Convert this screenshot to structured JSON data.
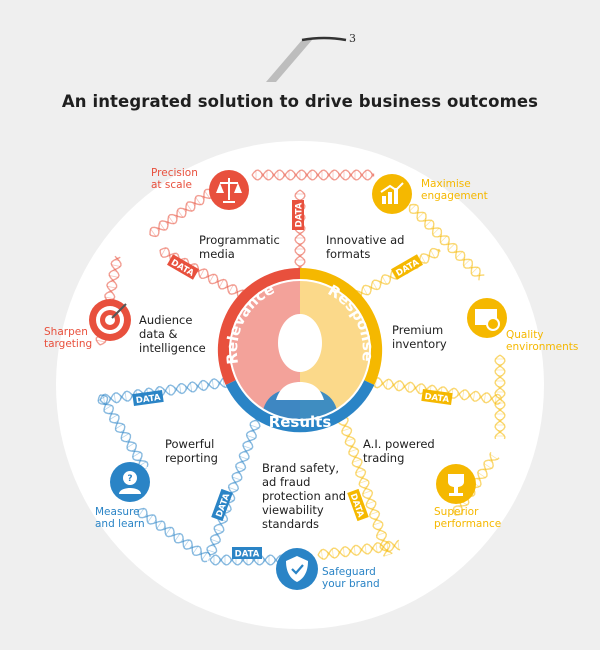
{
  "logo": {
    "superscript": "3"
  },
  "title": "An integrated solution to drive business outcomes",
  "core": {
    "relevance": "Relevance",
    "response": "Response",
    "results": "Results"
  },
  "data_tag": "DATA",
  "segments": {
    "programmatic": [
      "Programmatic",
      "media"
    ],
    "innovative": [
      "Innovative ad",
      "formats"
    ],
    "audience": [
      "Audience",
      "data &",
      "intelligence"
    ],
    "premium": [
      "Premium",
      "inventory"
    ],
    "reporting": [
      "Powerful",
      "reporting"
    ],
    "ai": [
      "A.I. powered",
      "trading"
    ],
    "brand_safety": [
      "Brand safety,",
      "ad fraud",
      "protection and",
      "viewability",
      "standards"
    ]
  },
  "outcomes": {
    "precision": {
      "lines": [
        "Precision",
        "at scale"
      ],
      "icon": "scales-icon"
    },
    "maximise": {
      "lines": [
        "Maximise",
        "engagement"
      ],
      "icon": "growth-chart-icon"
    },
    "sharpen": {
      "lines": [
        "Sharpen",
        "targeting"
      ],
      "icon": "target-icon"
    },
    "quality": {
      "lines": [
        "Quality",
        "environments"
      ],
      "icon": "certificate-icon"
    },
    "measure": {
      "lines": [
        "Measure",
        "and learn"
      ],
      "icon": "question-person-icon"
    },
    "superior": {
      "lines": [
        "Superior",
        "performance"
      ],
      "icon": "trophy-icon"
    },
    "safeguard": {
      "lines": [
        "Safeguard",
        "your brand"
      ],
      "icon": "shield-icon"
    }
  },
  "colors": {
    "red": "#e8503d",
    "yellow": "#f5b800",
    "blue": "#2a84c6",
    "background": "#efefef"
  }
}
